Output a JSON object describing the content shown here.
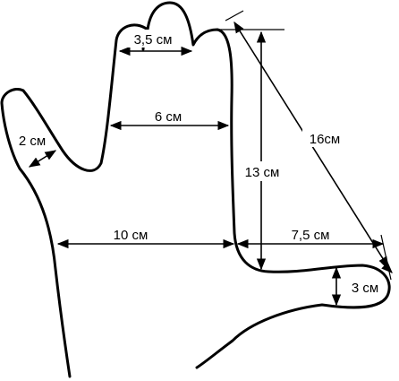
{
  "measurements": {
    "top_palm_width": "3,5 см",
    "mid_palm_width": "6 см",
    "thumb_width": "2 см",
    "wrist_width": "10 см",
    "finger_height": "13 см",
    "finger_diagonal": "16см",
    "finger_span": "7,5 см",
    "finger_tip_thickness": "3 см"
  },
  "colors": {
    "line": "#000000",
    "background": "#ffffff"
  }
}
